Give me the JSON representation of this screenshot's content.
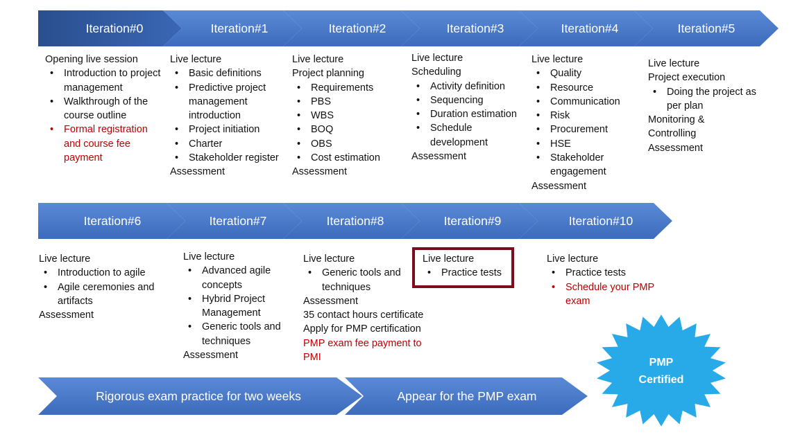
{
  "iterations_row1": [
    {
      "title": "Iteration#0",
      "intro": [
        "Opening live session"
      ],
      "bullets": [
        {
          "text": "Introduction to project management"
        },
        {
          "text": "Walkthrough of the course outline"
        },
        {
          "text": "Formal registration and course fee payment",
          "highlight": true
        }
      ],
      "outro": []
    },
    {
      "title": "Iteration#1",
      "intro": [
        "Live lecture"
      ],
      "bullets": [
        {
          "text": "Basic definitions"
        },
        {
          "text": "Predictive project management introduction"
        },
        {
          "text": "Project initiation"
        },
        {
          "text": "Charter"
        },
        {
          "text": "Stakeholder register"
        }
      ],
      "outro": [
        "Assessment"
      ]
    },
    {
      "title": "Iteration#2",
      "intro": [
        "Live lecture",
        "Project planning"
      ],
      "bullets": [
        {
          "text": "Requirements"
        },
        {
          "text": "PBS"
        },
        {
          "text": "WBS"
        },
        {
          "text": "BOQ"
        },
        {
          "text": "OBS"
        },
        {
          "text": "Cost estimation"
        }
      ],
      "outro": [
        "Assessment"
      ]
    },
    {
      "title": "Iteration#3",
      "intro": [
        "Live lecture",
        "Scheduling"
      ],
      "bullets": [
        {
          "text": "Activity definition"
        },
        {
          "text": "Sequencing"
        },
        {
          "text": "Duration estimation"
        },
        {
          "text": "Schedule development"
        }
      ],
      "outro": [
        "Assessment"
      ]
    },
    {
      "title": "Iteration#4",
      "intro": [
        "Live lecture"
      ],
      "bullets": [
        {
          "text": "Quality"
        },
        {
          "text": "Resource"
        },
        {
          "text": "Communication"
        },
        {
          "text": "Risk"
        },
        {
          "text": "Procurement"
        },
        {
          "text": "HSE"
        },
        {
          "text": "Stakeholder engagement"
        }
      ],
      "outro": [
        "Assessment"
      ]
    },
    {
      "title": "Iteration#5",
      "intro": [
        "Live lecture",
        "Project execution"
      ],
      "bullets": [
        {
          "text": "Doing the project as per plan"
        }
      ],
      "outro": [
        "Monitoring &",
        "Controlling",
        "Assessment"
      ]
    }
  ],
  "iterations_row2": [
    {
      "title": "Iteration#6",
      "intro": [
        "Live lecture"
      ],
      "bullets": [
        {
          "text": "Introduction to agile"
        },
        {
          "text": "Agile ceremonies and artifacts"
        }
      ],
      "outro": [
        "Assessment"
      ]
    },
    {
      "title": "Iteration#7",
      "intro": [
        "Live lecture"
      ],
      "bullets": [
        {
          "text": "Advanced agile concepts"
        },
        {
          "text": "Hybrid Project Management"
        },
        {
          "text": "Generic tools and techniques"
        }
      ],
      "outro": [
        "Assessment"
      ]
    },
    {
      "title": "Iteration#8",
      "intro": [
        "Live lecture"
      ],
      "bullets": [
        {
          "text": "Generic tools and techniques"
        }
      ],
      "outro": [
        "Assessment",
        "35 contact hours certificate",
        "Apply for PMP certification"
      ],
      "outro_highlight": [
        "PMP exam fee payment to",
        "PMI"
      ]
    },
    {
      "title": "Iteration#9",
      "intro": [
        "Live lecture"
      ],
      "bullets": [
        {
          "text": "Practice tests"
        }
      ],
      "outro": []
    },
    {
      "title": "Iteration#10",
      "intro": [
        "Live lecture"
      ],
      "bullets": [
        {
          "text": "Practice tests"
        },
        {
          "text": "Schedule your PMP exam",
          "highlight": true
        }
      ],
      "outro": []
    }
  ],
  "final_steps": [
    {
      "title": "Rigorous exam practice for two weeks"
    },
    {
      "title": "Appear for the PMP exam"
    }
  ],
  "badge": {
    "line1": "PMP",
    "line2": "Certified"
  },
  "colors": {
    "arrow_dark": "#2e5597",
    "arrow_mid": "#3f6cc0",
    "arrow_light": "#5b8bd8",
    "highlight_text": "#c00000",
    "highlight_border": "#7f0c1c",
    "badge_fill": "#28a9e8"
  }
}
